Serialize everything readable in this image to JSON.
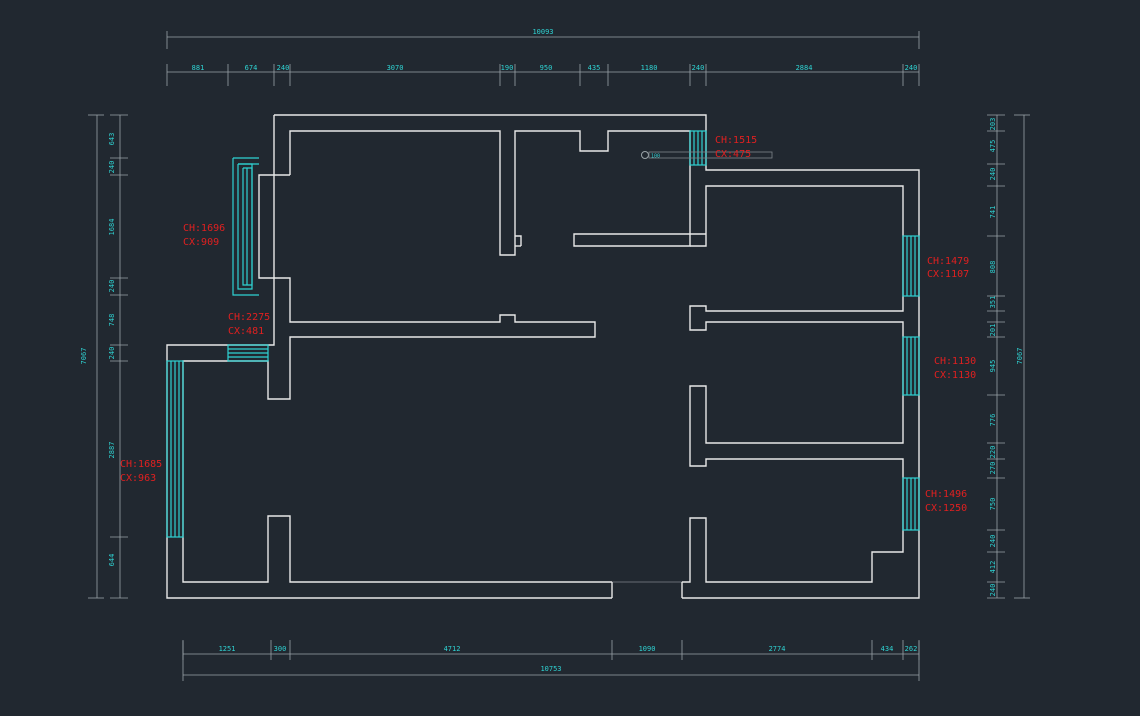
{
  "colors": {
    "background": "#212830",
    "wall": "#e8e8e8",
    "window": "#2fd3d3",
    "dimension_text": "#2fd3d3",
    "label": "#e02020"
  },
  "dims": {
    "top_total": "10093",
    "top": [
      "881",
      "674",
      "240",
      "3070",
      "190",
      "950",
      "435",
      "1180",
      "240",
      "2884",
      "240"
    ],
    "bottom": [
      "1251",
      "300",
      "4712",
      "1090",
      "2774",
      "434",
      "262"
    ],
    "bottom_total": "10753",
    "left": [
      "643",
      "240",
      "1684",
      "240",
      "748",
      "240",
      "2887",
      "644"
    ],
    "left_total": "7067",
    "right": [
      "203",
      "475",
      "240",
      "741",
      "808",
      "351",
      "201",
      "945",
      "776",
      "220",
      "270",
      "750",
      "240",
      "412",
      "240"
    ],
    "right_total": "7067"
  },
  "windows": [
    {
      "ch": "CH:1515",
      "cx": "CX:475"
    },
    {
      "ch": "CH:1696",
      "cx": "CX:909"
    },
    {
      "ch": "CH:1479",
      "cx": "CX:1107"
    },
    {
      "ch": "CH:2275",
      "cx": "CX:481"
    },
    {
      "ch": "CH:1130",
      "cx": "CX:1130"
    },
    {
      "ch": "CH:1685",
      "cx": "CX:963"
    },
    {
      "ch": "CH:1496",
      "cx": "CX:1250"
    }
  ],
  "small_tag": "100"
}
